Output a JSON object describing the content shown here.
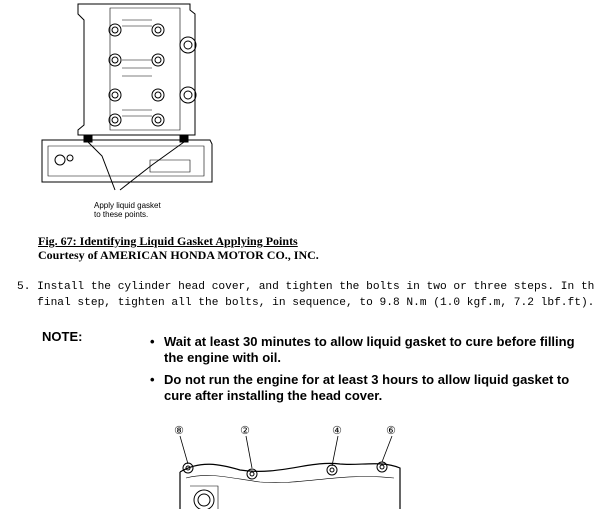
{
  "figure67": {
    "callout": [
      "Apply liquid gasket",
      "to these points."
    ],
    "caption_title": "Fig. 67: Identifying Liquid Gasket Applying Points",
    "caption_credit": "Courtesy of AMERICAN HONDA MOTOR CO., INC."
  },
  "step5": {
    "line1": "5. Install the cylinder head cover, and tighten the bolts in two or three steps. In th",
    "line2": "   final step, tighten all the bolts, in sequence, to 9.8 N.m (1.0 kgf.m, 7.2 lbf.ft)."
  },
  "note": {
    "label": "NOTE:",
    "items": [
      {
        "bullet": "•",
        "line1": "Wait at least 30 minutes to allow liquid gasket to cure before filling",
        "line2": "the engine with oil."
      },
      {
        "bullet": "•",
        "line1": "Do not run the engine for at least 3 hours to allow liquid gasket to",
        "line2": "cure after installing the head cover."
      }
    ]
  },
  "figure_bottom": {
    "bolt_labels": [
      "⑧",
      "②",
      "④",
      "⑥"
    ]
  }
}
